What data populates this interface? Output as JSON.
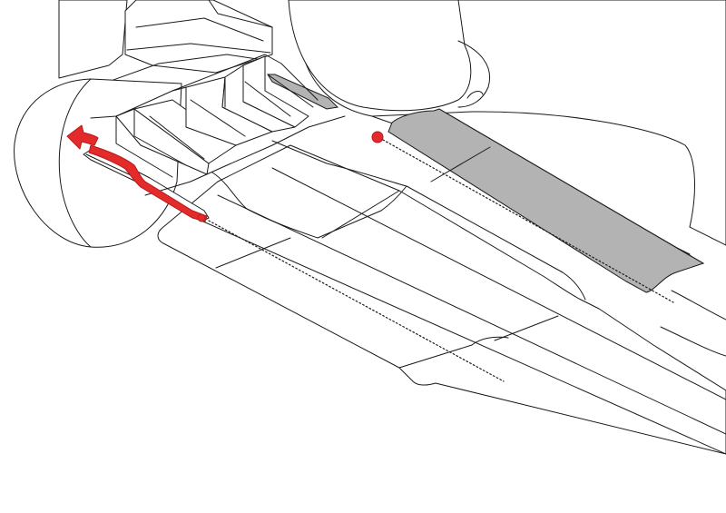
{
  "diagram": {
    "colors": {
      "line": "#1a1a1a",
      "background": "#ffffff",
      "highlight_red": "#e32b2b",
      "highlight_red_dark": "#b81818",
      "shaded_panel": "#b3b3b3"
    },
    "components": [
      {
        "name": "rear-tyre",
        "highlighted": false
      },
      {
        "name": "sidepod-body",
        "highlighted": false
      },
      {
        "name": "floor-plank",
        "highlighted": false
      },
      {
        "name": "floor-edge-fence",
        "highlighted": true
      },
      {
        "name": "floor-gap-channel",
        "highlighted": true
      },
      {
        "name": "bargeboard-vanes",
        "highlighted": false
      },
      {
        "name": "flow-direction-arrow",
        "highlighted": true
      }
    ]
  }
}
